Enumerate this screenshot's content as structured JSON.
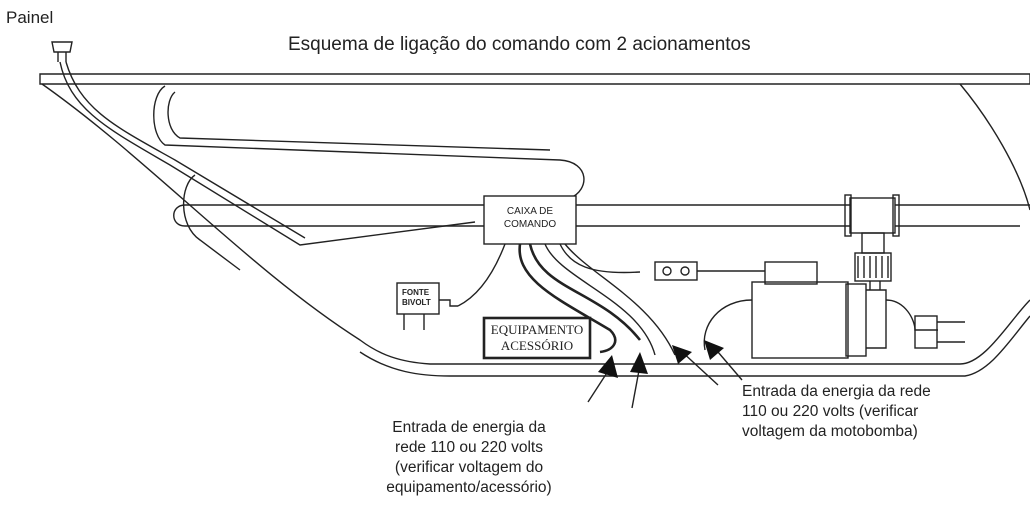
{
  "title": "Esquema de ligação do comando com 2 acionamentos",
  "panel_label": "Painel",
  "control_box": {
    "line1": "CAIXA DE",
    "line2": "COMANDO"
  },
  "power_supply": {
    "line1": "FONTE",
    "line2": "BIVOLT"
  },
  "accessory": {
    "line1": "EQUIPAMENTO",
    "line2": "ACESSÓRIO"
  },
  "note_accessory": {
    "line1": "Entrada de energia da",
    "line2": "rede 110 ou 220 volts",
    "line3": "(verificar voltagem do",
    "line4": "equipamento/acessório)"
  },
  "note_pump": {
    "line1": "Entrada da energia da rede",
    "line2": "110 ou 220 volts (verificar",
    "line3": "voltagem da motobomba)"
  }
}
